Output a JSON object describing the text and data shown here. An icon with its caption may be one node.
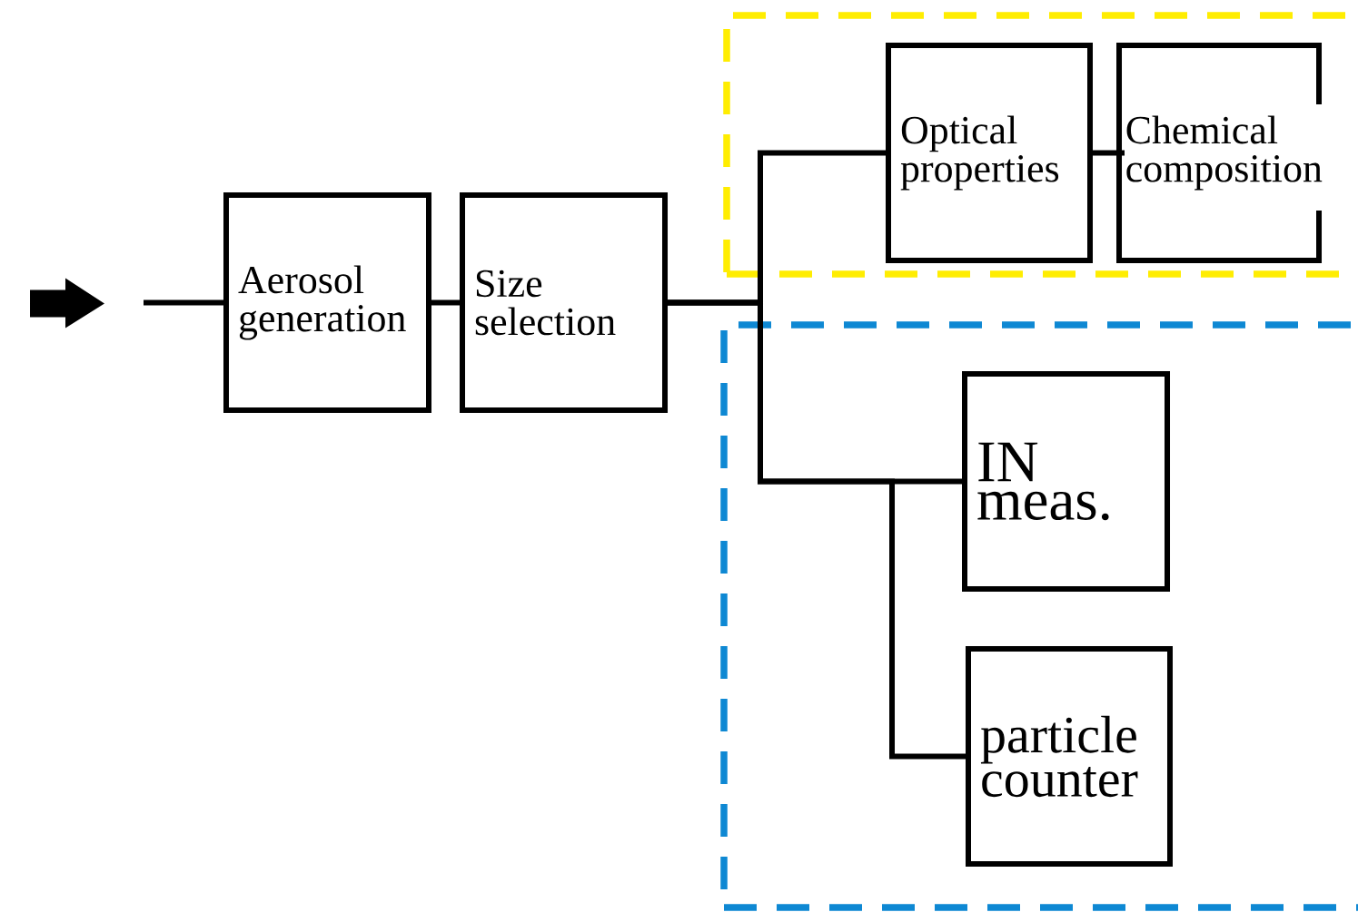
{
  "diagram": {
    "nodes": [
      {
        "text": [
          "Aerosol generation"
        ]
      },
      {
        "text": [
          "Size selection"
        ]
      },
      {
        "text": [],
        "shape": "box"
      },
      {
        "text": [
          "Optical properties"
        ],
        "in": 2
      },
      {
        "text": [
          "Chemical composition"
        ],
        "in": 2
      },
      {
        "text": [],
        "shape": "box"
      },
      {
        "text": [
          "IN meas."
        ],
        "in": 5
      },
      {
        "text": [
          "particle counter"
        ],
        "in": 5
      }
    ],
    "edges": [
      {
        "from": null,
        "to": 0,
        "arrow": "none"
      },
      {
        "from": 0,
        "to": 1,
        "arrow": "none"
      },
      {
        "from": 1,
        "to": 3,
        "arrow": "none"
      },
      {
        "from": 3,
        "to": 4,
        "arrow": "none"
      },
      {
        "from": 1,
        "to": 6,
        "arrow": "none"
      },
      {
        "from": 1,
        "to": 7,
        "arrow": "none"
      }
    ]
  }
}
